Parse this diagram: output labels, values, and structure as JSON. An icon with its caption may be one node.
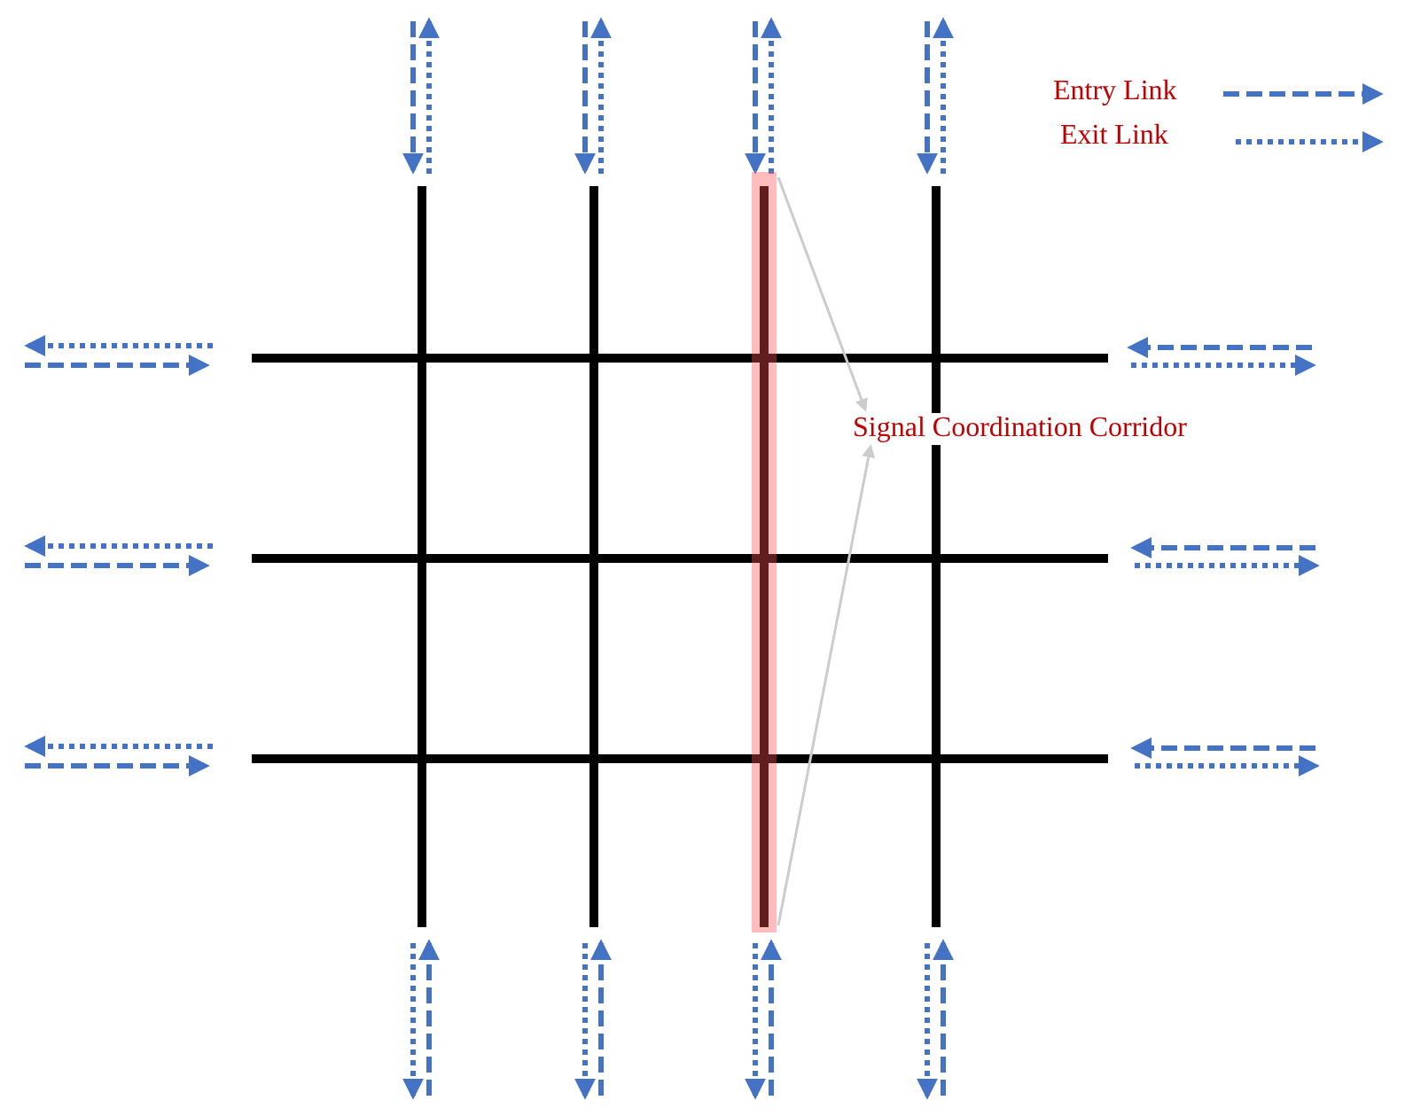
{
  "diagram": {
    "nodes": [
      {
        "text": [],
        "shape": "bar"
      },
      {
        "text": [
          "Signal Coordination Corridor"
        ]
      }
    ],
    "edges": [
      {
        "from": 0,
        "to": 1,
        "arrow": "to"
      },
      {
        "from": 0,
        "to": 1,
        "arrow": "to"
      }
    ],
    "legend": [
      {
        "text": "Entry Link"
      },
      {
        "text": "Exit Link"
      }
    ]
  }
}
